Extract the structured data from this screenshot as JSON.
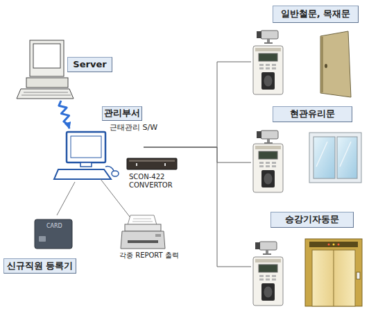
{
  "diagram": {
    "nodes": [
      {
        "text": [
          "Server"
        ]
      },
      {
        "text": [
          "관리부서"
        ]
      },
      {
        "text": [
          "신규직원 등록기"
        ]
      },
      {
        "text": [
          "일반철문, 목재문"
        ]
      },
      {
        "text": [
          "현관유리문"
        ]
      },
      {
        "text": [
          "승강기자동문"
        ]
      }
    ],
    "edges": [
      {
        "from": 0,
        "to": 1,
        "arrow": "to"
      },
      {
        "from": 1,
        "to": 2,
        "arrow": "none"
      },
      {
        "from": 1,
        "to": 3,
        "arrow": "none"
      },
      {
        "from": 1,
        "to": 4,
        "arrow": "none"
      },
      {
        "from": 1,
        "to": 5,
        "arrow": "none"
      }
    ],
    "labels": [
      "근태관리 S/W",
      "SCON-422",
      "CONVERTOR",
      "CARD",
      "각종 REPORT 출력"
    ]
  }
}
